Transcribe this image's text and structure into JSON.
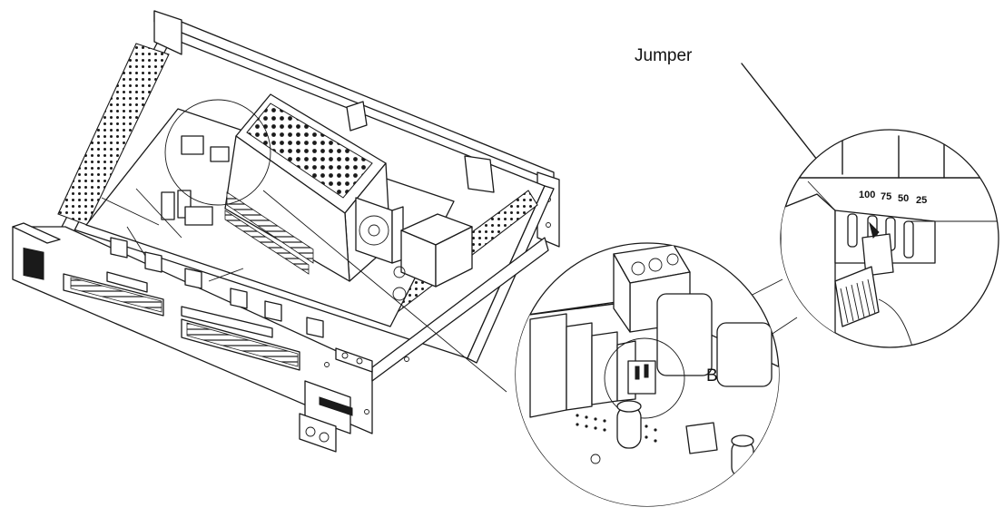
{
  "callout": {
    "label": "Jumper"
  },
  "jumper_scale": {
    "markings": [
      "100",
      "75",
      "50",
      "25"
    ]
  },
  "detail_marks": {
    "letter": "B"
  },
  "colors": {
    "line": "#1a1a1a",
    "background": "#ffffff",
    "shade": "#d6d6d6"
  }
}
